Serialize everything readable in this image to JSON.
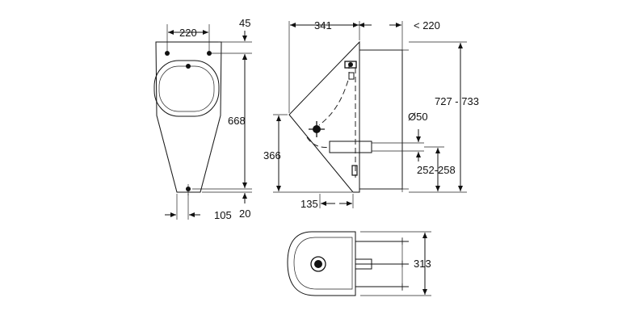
{
  "dimensions": {
    "front_width": "220",
    "front_top": "45",
    "front_height": "668",
    "front_bottom": "20",
    "front_offset": "105",
    "side_depth": "341",
    "side_clearance": "< 220",
    "side_total_height": "727 - 733",
    "pipe_diameter": "Ø50",
    "side_lower_height": "366",
    "side_outlet_height": "252-258",
    "side_bottom_offset": "135",
    "top_depth": "313"
  }
}
